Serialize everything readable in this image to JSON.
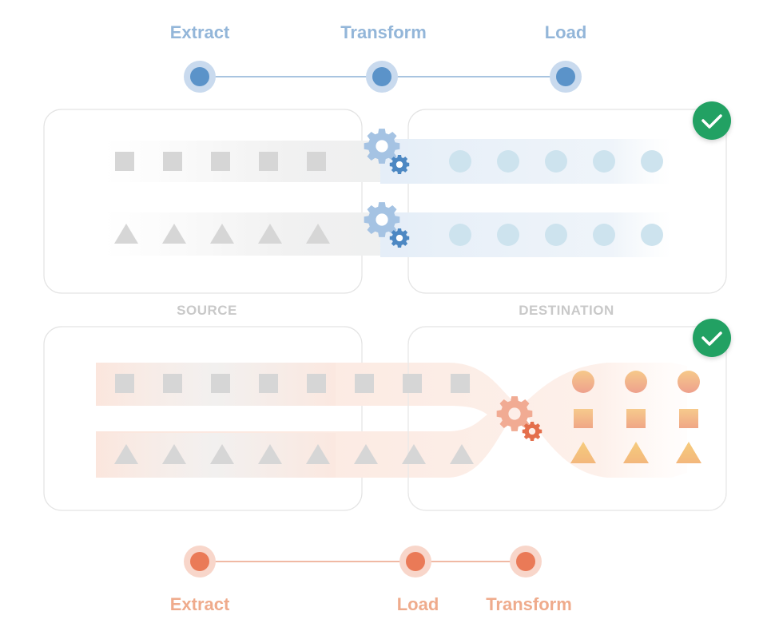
{
  "etl": {
    "steps": [
      "Extract",
      "Transform",
      "Load"
    ],
    "accent": "#5b93c9"
  },
  "elt": {
    "steps": [
      "Extract",
      "Load",
      "Transform"
    ],
    "accent": "#ea7a57"
  },
  "captions": {
    "source": "SOURCE",
    "destination": "DESTINATION"
  },
  "icons": {
    "process": "gear-icon",
    "complete": "check-icon"
  },
  "colors": {
    "check": "#21a163",
    "shape_gray": "#d8d8d8",
    "etl_out": "#c8e0ec",
    "elt_out": "#f1b489"
  }
}
